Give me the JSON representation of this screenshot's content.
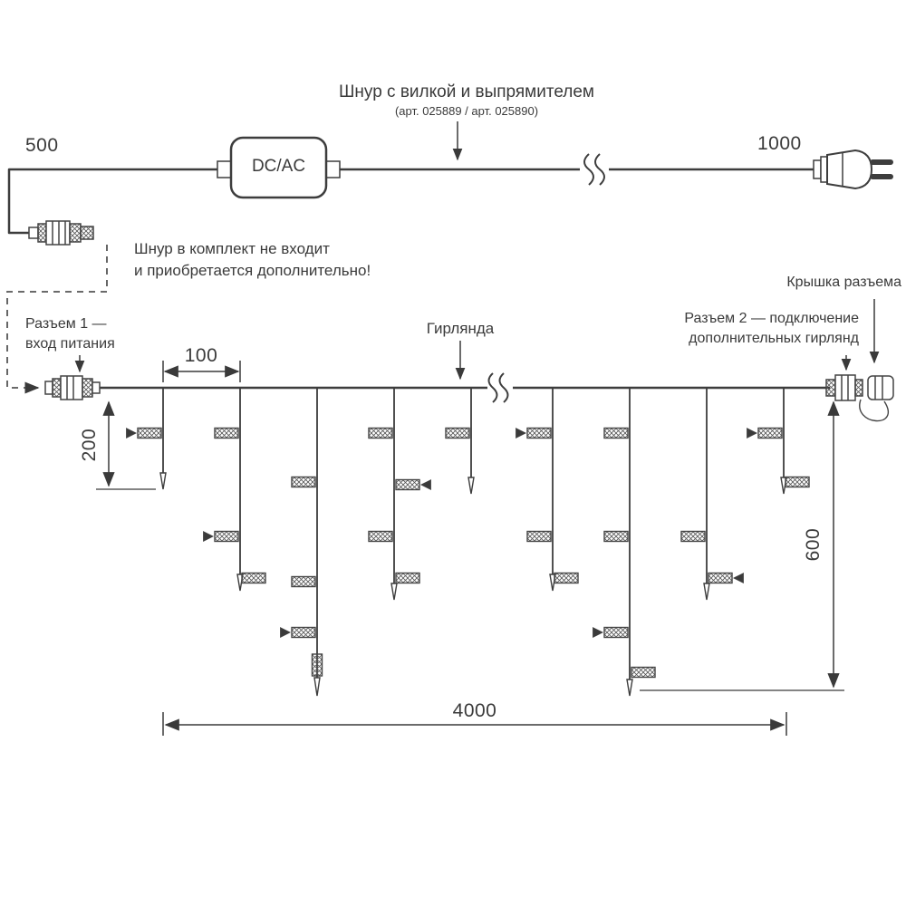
{
  "cord": {
    "title": "Шнур с вилкой и выпрямителем",
    "subtitle": "(арт. 025889 / арт. 025890)",
    "left_length": "500",
    "right_length": "1000",
    "converter": "DC/AC"
  },
  "note": {
    "line1": "Шнур в комплект не входит",
    "line2": "и приобретается дополнительно!"
  },
  "labels": {
    "connector1_line1": "Разъем 1 —",
    "connector1_line2": "вход питания",
    "garland": "Гирлянда",
    "connector2_line1": "Разъем 2 — подключение",
    "connector2_line2": "дополнительных гирлянд",
    "cap": "Крышка разъема"
  },
  "dims": {
    "drop_spacing": "100",
    "min_drop": "200",
    "max_drop": "600",
    "total_length": "4000"
  }
}
